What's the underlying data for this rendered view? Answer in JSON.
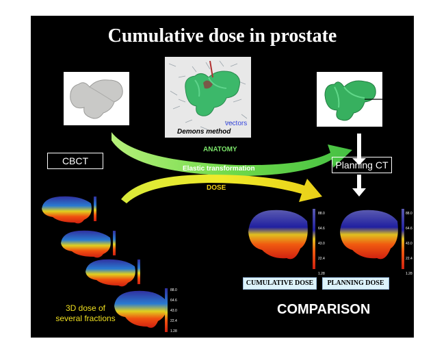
{
  "title": "Cumulative dose in prostate",
  "labels": {
    "cbct": "CBCT",
    "planning_ct": "Planning CT",
    "vectors": "vectors",
    "demons_method": "Demons method",
    "anatomy": "ANATOMY",
    "elastic_transformation": "Elastic transformation",
    "dose": "DOSE",
    "fractions_line1": "3D dose of",
    "fractions_line2": "several fractions",
    "cumulative_dose": "CUMULATIVE DOSE",
    "planning_dose": "PLANNING DOSE",
    "comparison": "COMPARISON"
  },
  "colorbar_ticks": {
    "large": [
      "88.0",
      "64.6",
      "43.0",
      "22.4",
      "1.28"
    ],
    "fraction4": [
      "88.0",
      "64.6",
      "43.0",
      "22.4",
      "1.28"
    ]
  },
  "colors": {
    "anatomy_arrow": "#6fd94a",
    "dose_arrow": "#e6e020",
    "anatomy_text": "#7be36a",
    "dose_text": "#f2d21a",
    "vectors_text": "#3344dd"
  }
}
